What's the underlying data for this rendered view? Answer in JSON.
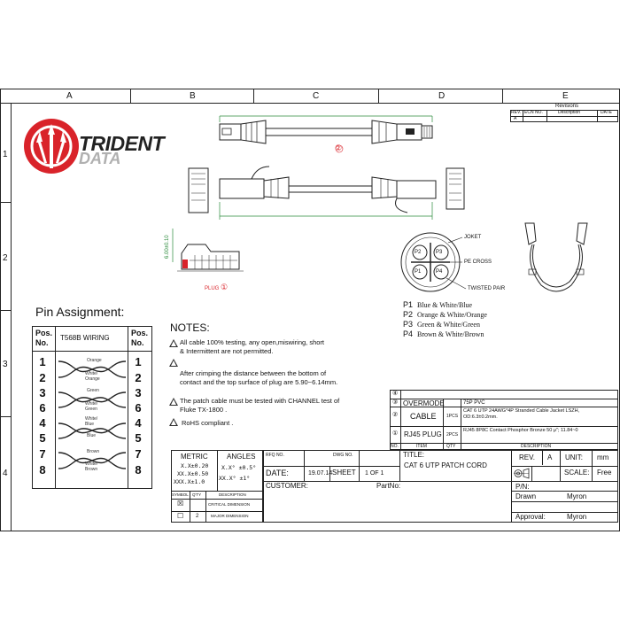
{
  "grid": {
    "columns": [
      "A",
      "B",
      "C",
      "D",
      "E"
    ],
    "rows": [
      "1",
      "2",
      "3",
      "4"
    ]
  },
  "revisions": {
    "title": "Revisions",
    "headers": [
      "REV.",
      "ECN NO.",
      "Description",
      "DATE"
    ],
    "rev": "A"
  },
  "logo": {
    "line1": "TRIDENT",
    "line2": "DATA",
    "brand_color": "#d9232a",
    "gray_color": "#b0b0b0"
  },
  "drawing": {
    "callout_2": "②",
    "plug_label": "PLUG",
    "plug_callout": "①",
    "dim_length": "6.00±0.10",
    "cross_section": {
      "labels": [
        "JOKET",
        "PE CROSS",
        "TWISTED PAIR"
      ],
      "pairs": [
        "P2",
        "P3",
        "P1",
        "P4"
      ]
    }
  },
  "pairs_legend": [
    {
      "code": "P1",
      "text": "Blue & White/Blue"
    },
    {
      "code": "P2",
      "text": "Orange & White/Orange"
    },
    {
      "code": "P3",
      "text": "Green & White/Green"
    },
    {
      "code": "P4",
      "text": "Brown & White/Brown"
    }
  ],
  "pin_assignment": {
    "title": "Pin Assignment:",
    "header_pos": "Pos.\nNo.",
    "header_wiring": "T568B WIRING",
    "pins": [
      "1",
      "2",
      "3",
      "6",
      "4",
      "5",
      "7",
      "8"
    ],
    "wire_labels": [
      "Orange",
      "White/ Orange",
      "Green",
      "White/ Green",
      "White/ Blue",
      "Blue",
      "Brown",
      "White/ Brown"
    ]
  },
  "notes": {
    "title": "NOTES:",
    "items": [
      "All cable 100% testing, any open,miswiring, short & Intermittent are not permitted.",
      "After crimping the distance between the bottom of contact and the top surface of plug are 5.90~6.14mm.",
      "The patch cable must be tested  with CHANNEL test of Fluke TX-1800 .",
      "RoHS compliant ."
    ]
  },
  "bom": {
    "rows": [
      {
        "idx": "③",
        "name": "OVERMODE",
        "qty": "",
        "desc": "75P PVC"
      },
      {
        "idx": "②",
        "name": "CABLE",
        "qty": "1PCS",
        "desc": "CAT 6 UTP 24AWG*4P Stranded Cable Jacket LSZH, OD:6.3±0.2mm."
      },
      {
        "idx": "①",
        "name": "RJ45 PLUG",
        "qty": "2PCS",
        "desc": "RJ45 8P8C  Contact Phosphor Bronze  50 μ\"; 11.84~0"
      }
    ],
    "headers": [
      "NO.",
      "ITEM",
      "QTY",
      "DESCRIPTION"
    ]
  },
  "tolerance": {
    "metric": "METRIC",
    "angles": "ANGLES",
    "metric_lines": [
      "X.X±0.20",
      "XX.X±0.50",
      "XXX.X±1.0"
    ],
    "angle_lines": [
      "X.X° ±0.5°",
      "XX.X° ±1°"
    ],
    "symbol_headers": [
      "SYMBOL",
      "Q'TY",
      "DESCRIPTION"
    ],
    "symbol_rows": [
      {
        "sym": "☒",
        "qty": "",
        "desc": "CRITICAL DIMENSION"
      },
      {
        "sym": "☐",
        "qty": "2",
        "desc": "MAJOR DIMENSION"
      }
    ]
  },
  "titleblock": {
    "rfq_label": "RFQ NO.",
    "dwg_label": "DWG NO.",
    "date_label": "DATE:",
    "date_value": "19.07.14",
    "sheet_label": "SHEET",
    "sheet_value": "1  OF  1",
    "title_label": "TITLE:",
    "title_value": "CAT 6 UTP PATCH CORD",
    "rev_label": "REV.",
    "rev_value": "A",
    "unit_label": "UNIT:",
    "unit_value": "mm",
    "scale_label": "SCALE:",
    "scale_value": "Free",
    "customer_label": "CUSTOMER:",
    "partno_label": "PartNo:",
    "pn_label": "P/N:",
    "drawn_label": "Drawn",
    "drawn_value": "Myron",
    "approval_label": "Approval:",
    "approval_value": "Myron"
  }
}
